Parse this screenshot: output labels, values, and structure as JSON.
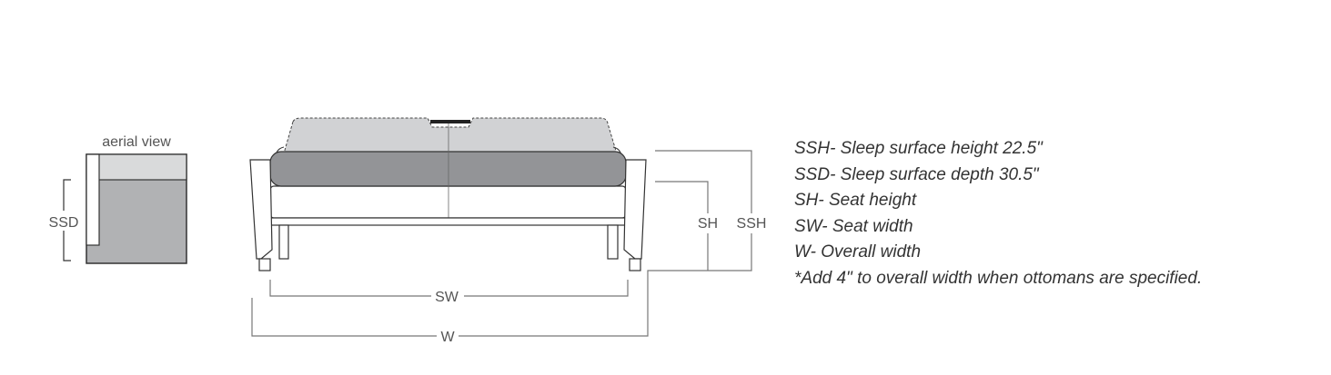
{
  "diagram": {
    "aerial_label": "aerial view",
    "dimension_labels": {
      "ssd": "SSD",
      "sh": "SH",
      "ssh": "SSH",
      "sw": "SW",
      "w": "W"
    },
    "colors": {
      "cushion": "#939497",
      "backrest": "#d1d2d4",
      "aerial_seat": "#b1b2b4",
      "line": "#333333",
      "dim": "#777777"
    }
  },
  "legend": [
    "SSH- Sleep surface height 22.5\"",
    "SSD- Sleep surface depth 30.5\"",
    "SH- Seat height",
    "SW- Seat width",
    "W- Overall width",
    "*Add 4\" to overall width when ottomans are specified."
  ]
}
